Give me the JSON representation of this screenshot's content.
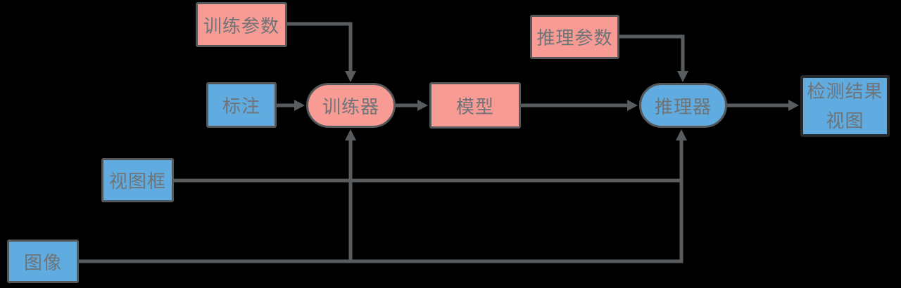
{
  "diagram": {
    "type": "flowchart",
    "background_color": "#000000",
    "colors": {
      "node_pink_fill": "#f89b95",
      "node_blue_fill": "#60abdf",
      "node_border": "#54585b",
      "result_view_border": "#26282b",
      "connector": "#585c5e",
      "text": "#6f7478"
    },
    "nodes": {
      "train_params": {
        "label": "训练参数",
        "shape": "rectangle",
        "fill": "#f89b95"
      },
      "annotation": {
        "label": "标注",
        "shape": "rectangle",
        "fill": "#60abdf"
      },
      "trainer": {
        "label": "训练器",
        "shape": "stadium",
        "fill": "#f89b95"
      },
      "model": {
        "label": "模型",
        "shape": "rectangle",
        "fill": "#f89b95"
      },
      "infer_params": {
        "label": "推理参数",
        "shape": "rectangle",
        "fill": "#f89b95"
      },
      "inferencer": {
        "label": "推理器",
        "shape": "stadium",
        "fill": "#60abdf"
      },
      "result_view": {
        "label_line1": "检测结果",
        "label_line2": "视图",
        "shape": "rectangle",
        "fill": "#60abdf"
      },
      "view_frame": {
        "label": "视图框",
        "shape": "rectangle",
        "fill": "#60abdf"
      },
      "image": {
        "label": "图像",
        "shape": "rectangle",
        "fill": "#60abdf"
      }
    },
    "edges": [
      {
        "from": "训练参数",
        "to": "训练器",
        "enters": "top"
      },
      {
        "from": "标注",
        "to": "训练器",
        "enters": "left"
      },
      {
        "from": "训练器",
        "to": "模型",
        "enters": "left"
      },
      {
        "from": "模型",
        "to": "推理器",
        "enters": "left"
      },
      {
        "from": "推理参数",
        "to": "推理器",
        "enters": "top"
      },
      {
        "from": "推理器",
        "to": "检测结果视图",
        "enters": "left"
      },
      {
        "from": "视图框",
        "to": "推理器",
        "enters": "bottom"
      },
      {
        "from": "图像",
        "to": "训练器",
        "enters": "bottom"
      },
      {
        "from": "图像",
        "to": "推理器",
        "enters": "bottom"
      }
    ]
  }
}
